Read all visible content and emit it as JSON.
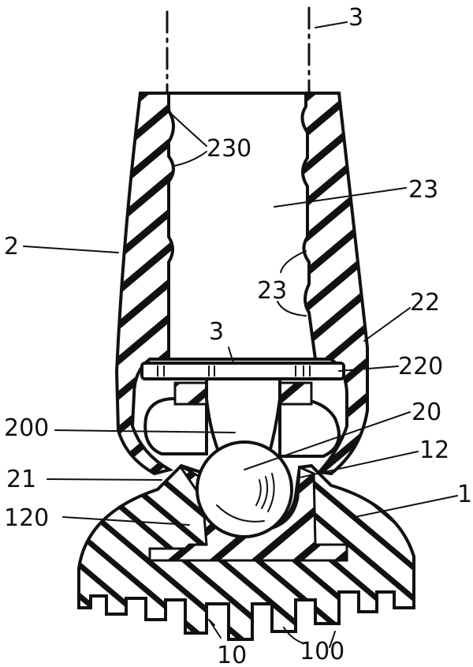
{
  "figure": {
    "labels": {
      "axis": "3",
      "sleeve_groove": "230",
      "sleeve_bore": "23",
      "sleeve": "2",
      "sleeve_bore_lower": "23",
      "sleeve_shoulder": "22",
      "rod_end": "3",
      "retaining_ring": "220",
      "neck": "200",
      "ball": "20",
      "socket_edge": "12",
      "foot": "1",
      "lip": "21",
      "socket": "120",
      "tread": "10",
      "tread_groove": "100"
    },
    "colors": {
      "ink": "#111111",
      "paper": "#ffffff"
    }
  }
}
